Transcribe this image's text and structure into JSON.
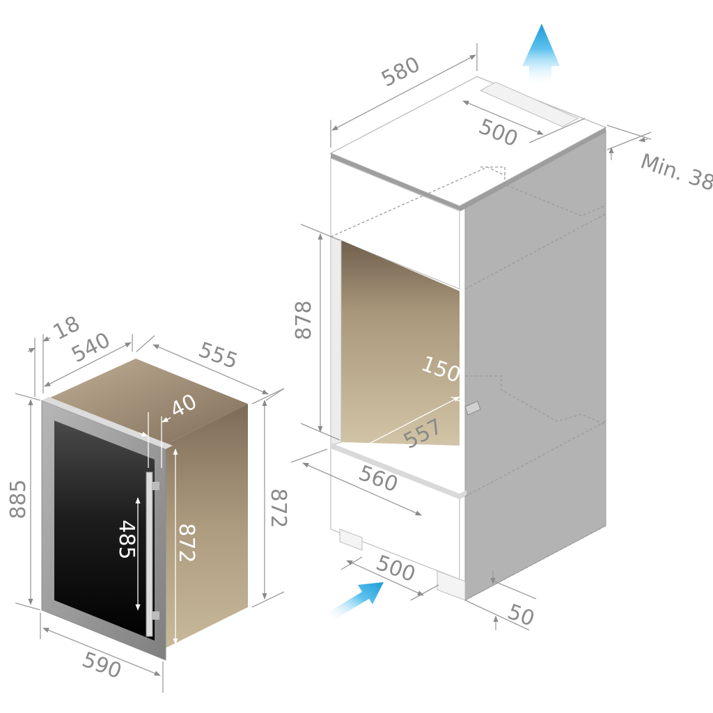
{
  "fridge": {
    "dims": {
      "door_thickness": "18",
      "depth_top": "540",
      "depth_side": "555",
      "handle_offset": "40",
      "height_front": "885",
      "handle_length": "485",
      "height_side_inner": "872",
      "height_side_outer": "872",
      "width": "590"
    },
    "colors": {
      "body": "#b9a98c",
      "door_glass": "#111111",
      "frame": "#9a9a9a"
    }
  },
  "cabinet": {
    "dims": {
      "width_top": "580",
      "vent_top": "500",
      "min_gap": "Min. 38",
      "niche_height": "878",
      "niche_inner": "150",
      "niche_depth": "557",
      "niche_width": "560",
      "vent_bottom": "500",
      "plinth": "50"
    },
    "colors": {
      "side": "#b3b3b3",
      "niche": "#bca98c",
      "arrow": "#29a8e0"
    }
  }
}
